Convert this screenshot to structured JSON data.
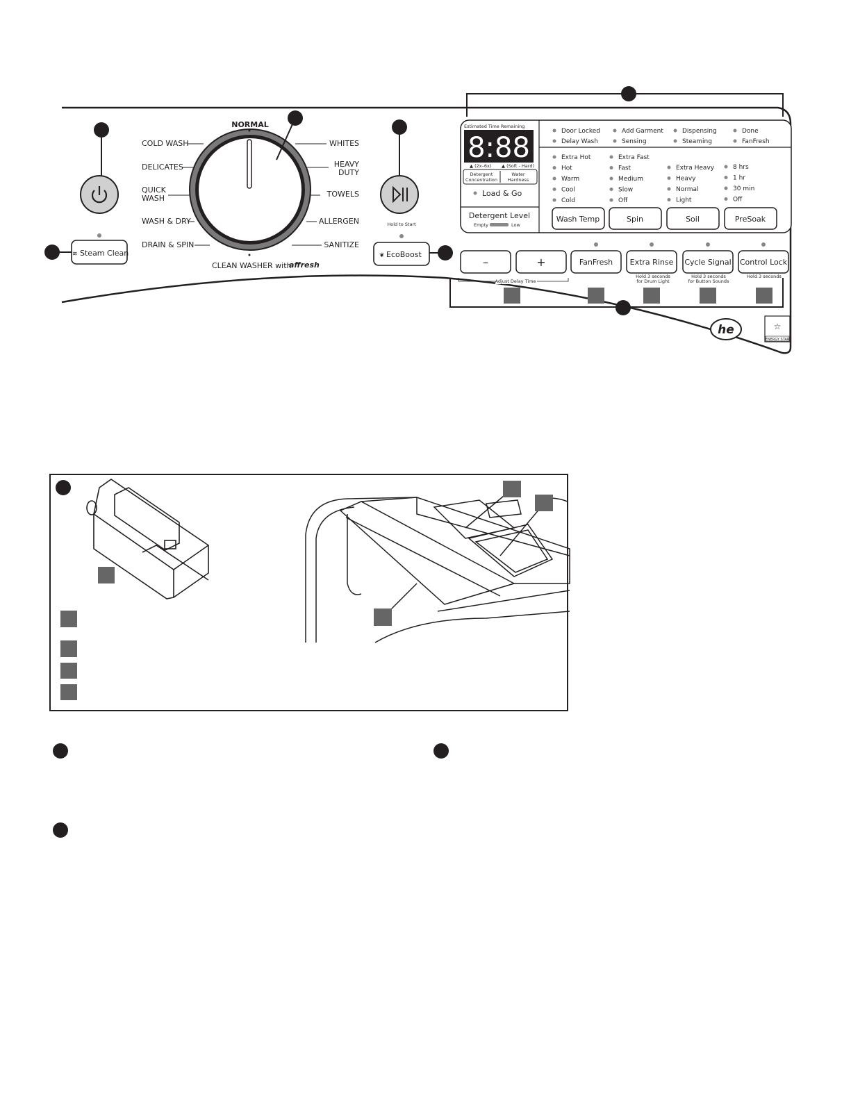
{
  "dial": {
    "top_label": "NORMAL",
    "left_labels": [
      "COLD WASH",
      "DELICATES",
      "QUICK",
      "WASH",
      "WASH & DRY",
      "DRAIN & SPIN"
    ],
    "right_labels": [
      "WHITES",
      "HEAVY",
      "DUTY",
      "TOWELS",
      "ALLERGEN",
      "SANITIZE"
    ],
    "bottom_label": "CLEAN WASHER with",
    "bottom_brand": "affresh"
  },
  "buttons": {
    "steam_clean": "Steam Clean",
    "start_sub": "Hold to Start",
    "ecoboost": "EcoBoost",
    "minus": "–",
    "plus": "+",
    "adjust_delay": "Adjust Delay Time",
    "fanfresh": "FanFresh",
    "extra_rinse": "Extra Rinse",
    "extra_rinse_sub1": "Hold 3 seconds",
    "extra_rinse_sub2": "for Drum Light",
    "cycle_signal": "Cycle Signal",
    "cycle_signal_sub1": "Hold 3 seconds",
    "cycle_signal_sub2": "for Button Sounds",
    "control_lock": "Control Lock",
    "control_lock_sub": "Hold 3 seconds"
  },
  "display": {
    "title": "Estimated Time Remaining",
    "arrow_left": "▲ (2x–6x)",
    "arrow_right": "▲ (Soft - Hard)",
    "det_conc1": "Detergent",
    "det_conc2": "Concentration",
    "water1": "Water",
    "water2": "Hardness",
    "load_go": "Load & Go",
    "det_level": "Detergent Level",
    "empty": "Empty",
    "low": "Low"
  },
  "status": {
    "col1": [
      "Door Locked",
      "Delay Wash"
    ],
    "col2": [
      "Add Garment",
      "Sensing"
    ],
    "col3": [
      "Dispensing",
      "Steaming"
    ],
    "col4": [
      "Done",
      "FanFresh"
    ]
  },
  "options": {
    "wash_temp": [
      "Extra Hot",
      "Hot",
      "Warm",
      "Cool",
      "Cold"
    ],
    "spin": [
      "Extra Fast",
      "Fast",
      "Medium",
      "Slow",
      "Off"
    ],
    "soil": [
      "Extra Heavy",
      "Heavy",
      "Normal",
      "Light"
    ],
    "presoak": [
      "8 hrs",
      "1 hr",
      "30 min",
      "Off"
    ],
    "wash_temp_btn": "Wash Temp",
    "spin_btn": "Spin",
    "soil_btn": "Soil",
    "presoak_btn": "PreSoak"
  },
  "logos": {
    "he": "he",
    "energy_star": "ENERGY STAR"
  }
}
